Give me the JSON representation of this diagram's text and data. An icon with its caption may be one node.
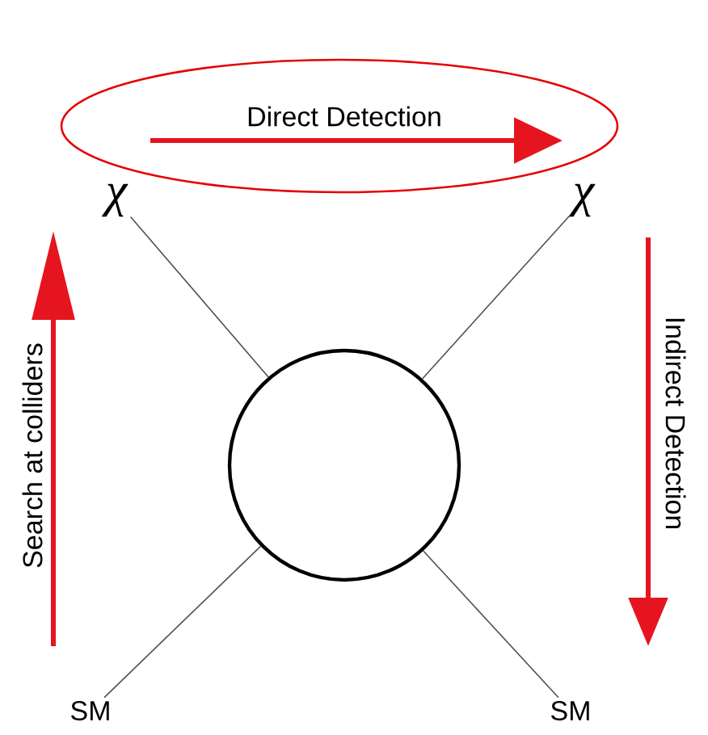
{
  "diagram": {
    "nodes": [
      {
        "text": [
          "Direct Detection"
        ]
      },
      {
        "text": [
          "χ"
        ]
      },
      {
        "text": [
          "χ"
        ]
      },
      {
        "text": [],
        "shape": "circle"
      },
      {
        "text": [
          "SM"
        ]
      },
      {
        "text": [
          "SM"
        ]
      }
    ],
    "edges": [
      {
        "from": 1,
        "to": 3,
        "arrow": "none"
      },
      {
        "from": 2,
        "to": 3,
        "arrow": "none"
      },
      {
        "from": 3,
        "to": 4,
        "arrow": "none"
      },
      {
        "from": 3,
        "to": 5,
        "arrow": "none"
      }
    ],
    "labels": [
      "Search at colliders",
      "Indirect Detection"
    ]
  }
}
